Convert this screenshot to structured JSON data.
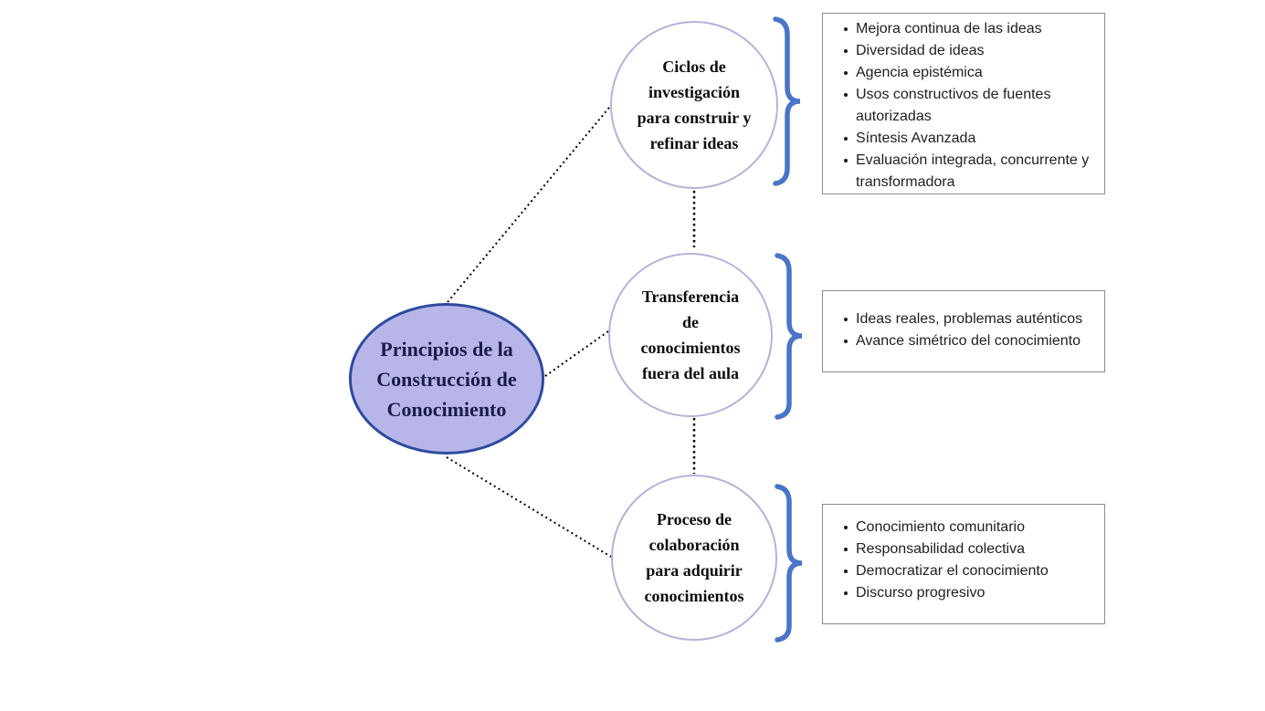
{
  "diagram": {
    "center": {
      "label": "Principios de la Construcción de Conocimiento",
      "lines": [
        "Principios de la",
        "Construcción de",
        "Conocimiento"
      ]
    },
    "nodes": [
      {
        "label": "Ciclos de investigación para construir y refinar ideas",
        "lines": [
          "Ciclos de",
          "investigación",
          "para construir y",
          "refinar ideas"
        ],
        "items": [
          "Mejora continua de las ideas",
          "Diversidad de ideas",
          "Agencia epistémica",
          "Usos constructivos de fuentes autorizadas",
          "Síntesis Avanzada",
          "Evaluación integrada, concurrente y transformadora"
        ]
      },
      {
        "label": "Transferencia de conocimientos fuera del aula",
        "lines": [
          "Transferencia",
          "de",
          "conocimientos",
          "fuera del aula"
        ],
        "items": [
          "Ideas reales, problemas auténticos",
          "Avance simétrico del conocimiento"
        ]
      },
      {
        "label": "Proceso de colaboración para adquirir conocimientos",
        "lines": [
          "Proceso de",
          "colaboración",
          "para adquirir",
          "conocimientos"
        ],
        "items": [
          "Conocimiento comunitario",
          "Responsabilidad colectiva",
          "Democratizar el conocimiento",
          "Discurso progresivo"
        ]
      }
    ],
    "colors": {
      "center_fill": "#b8b6e9",
      "center_border": "#2e4a9e",
      "circle_border": "#b4b2d7",
      "brace": "#4a74c8",
      "connector": "#000000",
      "box_border": "#8c8c8c"
    }
  }
}
